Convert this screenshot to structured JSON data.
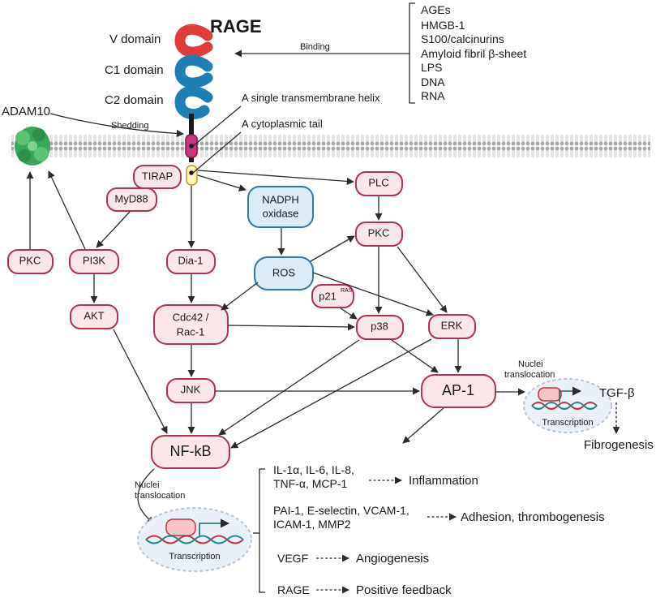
{
  "receptor": {
    "title": "RAGE",
    "domains": [
      "V domain",
      "C1 domain",
      "C2 domain"
    ],
    "helix_label": "A single transmembrane helix",
    "tail_label": "A cytoplasmic tail",
    "binding_label": "Binding",
    "shedding_label": "Shedding",
    "adam_label": "ADAM10",
    "ligands": [
      "AGEs",
      "HMGB-1",
      "S100/calcinurins",
      "Amyloid fibril β-sheet",
      "LPS",
      "DNA",
      "RNA"
    ]
  },
  "nodes": {
    "tirap": "TIRAP",
    "myd88": "MyD88",
    "pkc_left": "PKC",
    "pi3k": "PI3K",
    "akt": "AKT",
    "dia1": "Dia-1",
    "nadph_line1": "NADPH",
    "nadph_line2": "oxidase",
    "ros": "ROS",
    "plc": "PLC",
    "pkc_right": "PKC",
    "p21": "p21",
    "p21_sup": "RAS",
    "cdc42_line1": "Cdc42 /",
    "cdc42_line2": "Rac-1",
    "p38": "p38",
    "erk": "ERK",
    "jnk": "JNK",
    "ap1": "AP-1",
    "nfkb": "NF-kB"
  },
  "nucleus": {
    "translocation_line1": "Nuclei",
    "translocation_line2": "translocation",
    "transcription": "Transcription",
    "tgf": "TGF-β",
    "fibrogenesis": "Fibrogenesis"
  },
  "outcomes": [
    {
      "genes": [
        "IL-1α, IL-6, IL-8,",
        "TNF-α, MCP-1"
      ],
      "effect": "Inflammation"
    },
    {
      "genes": [
        "PAI-1, E-selectin, VCAM-1,",
        "ICAM-1, MMP2"
      ],
      "effect": "Adhesion, thrombogenesis"
    },
    {
      "genes": [
        "VEGF"
      ],
      "effect": "Angiogenesis"
    },
    {
      "genes": [
        "RAGE"
      ],
      "effect": "Positive feedback"
    }
  ],
  "colors": {
    "pink_stroke": "#b0334f",
    "pink_fill": "#fbe7ea",
    "blue_stroke": "#2e78a8",
    "blue_fill": "#dcebf6",
    "v_domain": "#e03c3c",
    "c_domain": "#1f7fb3",
    "membrane": "#9a9a9a",
    "adam": "#3aa65a"
  }
}
